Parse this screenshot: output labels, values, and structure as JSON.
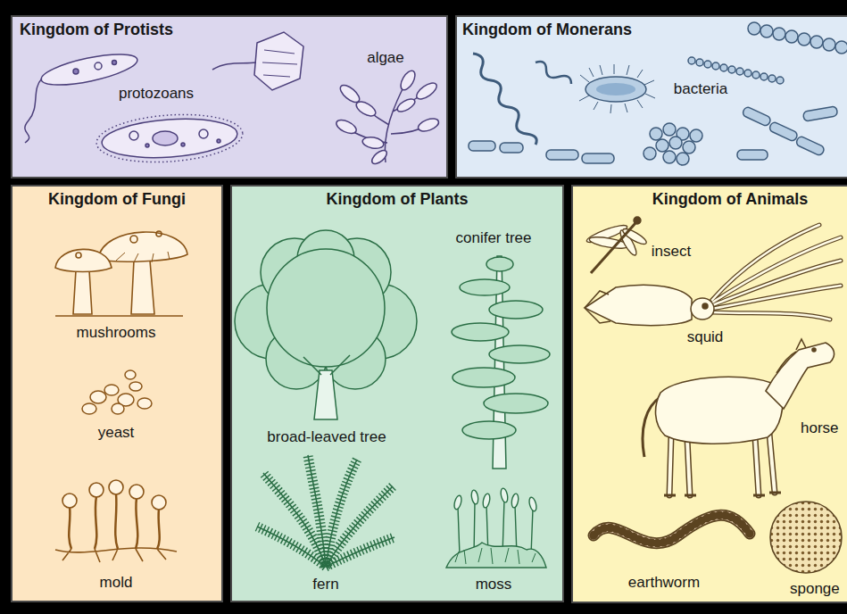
{
  "diagram": {
    "nodes": [
      {
        "text": [
          "Kingdom of Protists",
          "protozoans",
          "algae"
        ]
      },
      {
        "text": [
          "Kingdom of Monerans",
          "bacteria"
        ]
      },
      {
        "text": [
          "Kingdom of Fungi",
          "mushrooms",
          "yeast",
          "mold"
        ]
      },
      {
        "text": [
          "Kingdom of Plants",
          "conifer tree",
          "broad-leaved tree",
          "fern",
          "moss"
        ]
      },
      {
        "text": [
          "Kingdom of Animals",
          "insect",
          "squid",
          "horse",
          "earthworm",
          "sponge"
        ]
      }
    ]
  }
}
